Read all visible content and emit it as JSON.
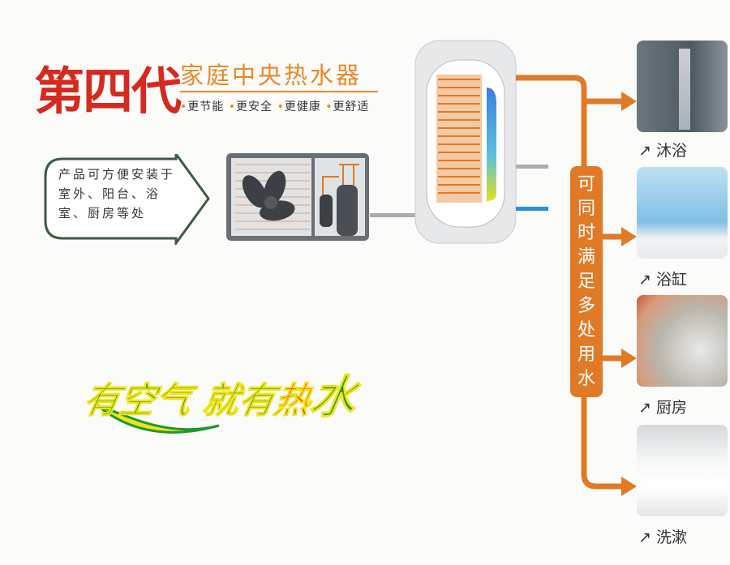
{
  "header": {
    "generation": "第四代",
    "product": "家庭中央热水器",
    "features": [
      "更节能",
      "更安全",
      "更健康",
      "更舒适"
    ]
  },
  "callout": {
    "text": "产品可方便安装于室外、阳台、浴室、厨房等处"
  },
  "side_label": "可同时满足多处用水",
  "uses": [
    {
      "label": "沐浴",
      "icon": "arrow-icon"
    },
    {
      "label": "浴缸",
      "icon": "arrow-icon"
    },
    {
      "label": "厨房",
      "icon": "arrow-icon"
    },
    {
      "label": "洗漱",
      "icon": "arrow-icon"
    }
  ],
  "slogan": {
    "part1": "有空气",
    "part2": "就有",
    "part3": "热",
    "part4": "水"
  },
  "colors": {
    "red": "#d42a20",
    "orange": "#e07a26",
    "green": "#1a9a2a",
    "yellow": "#f2e21a"
  }
}
